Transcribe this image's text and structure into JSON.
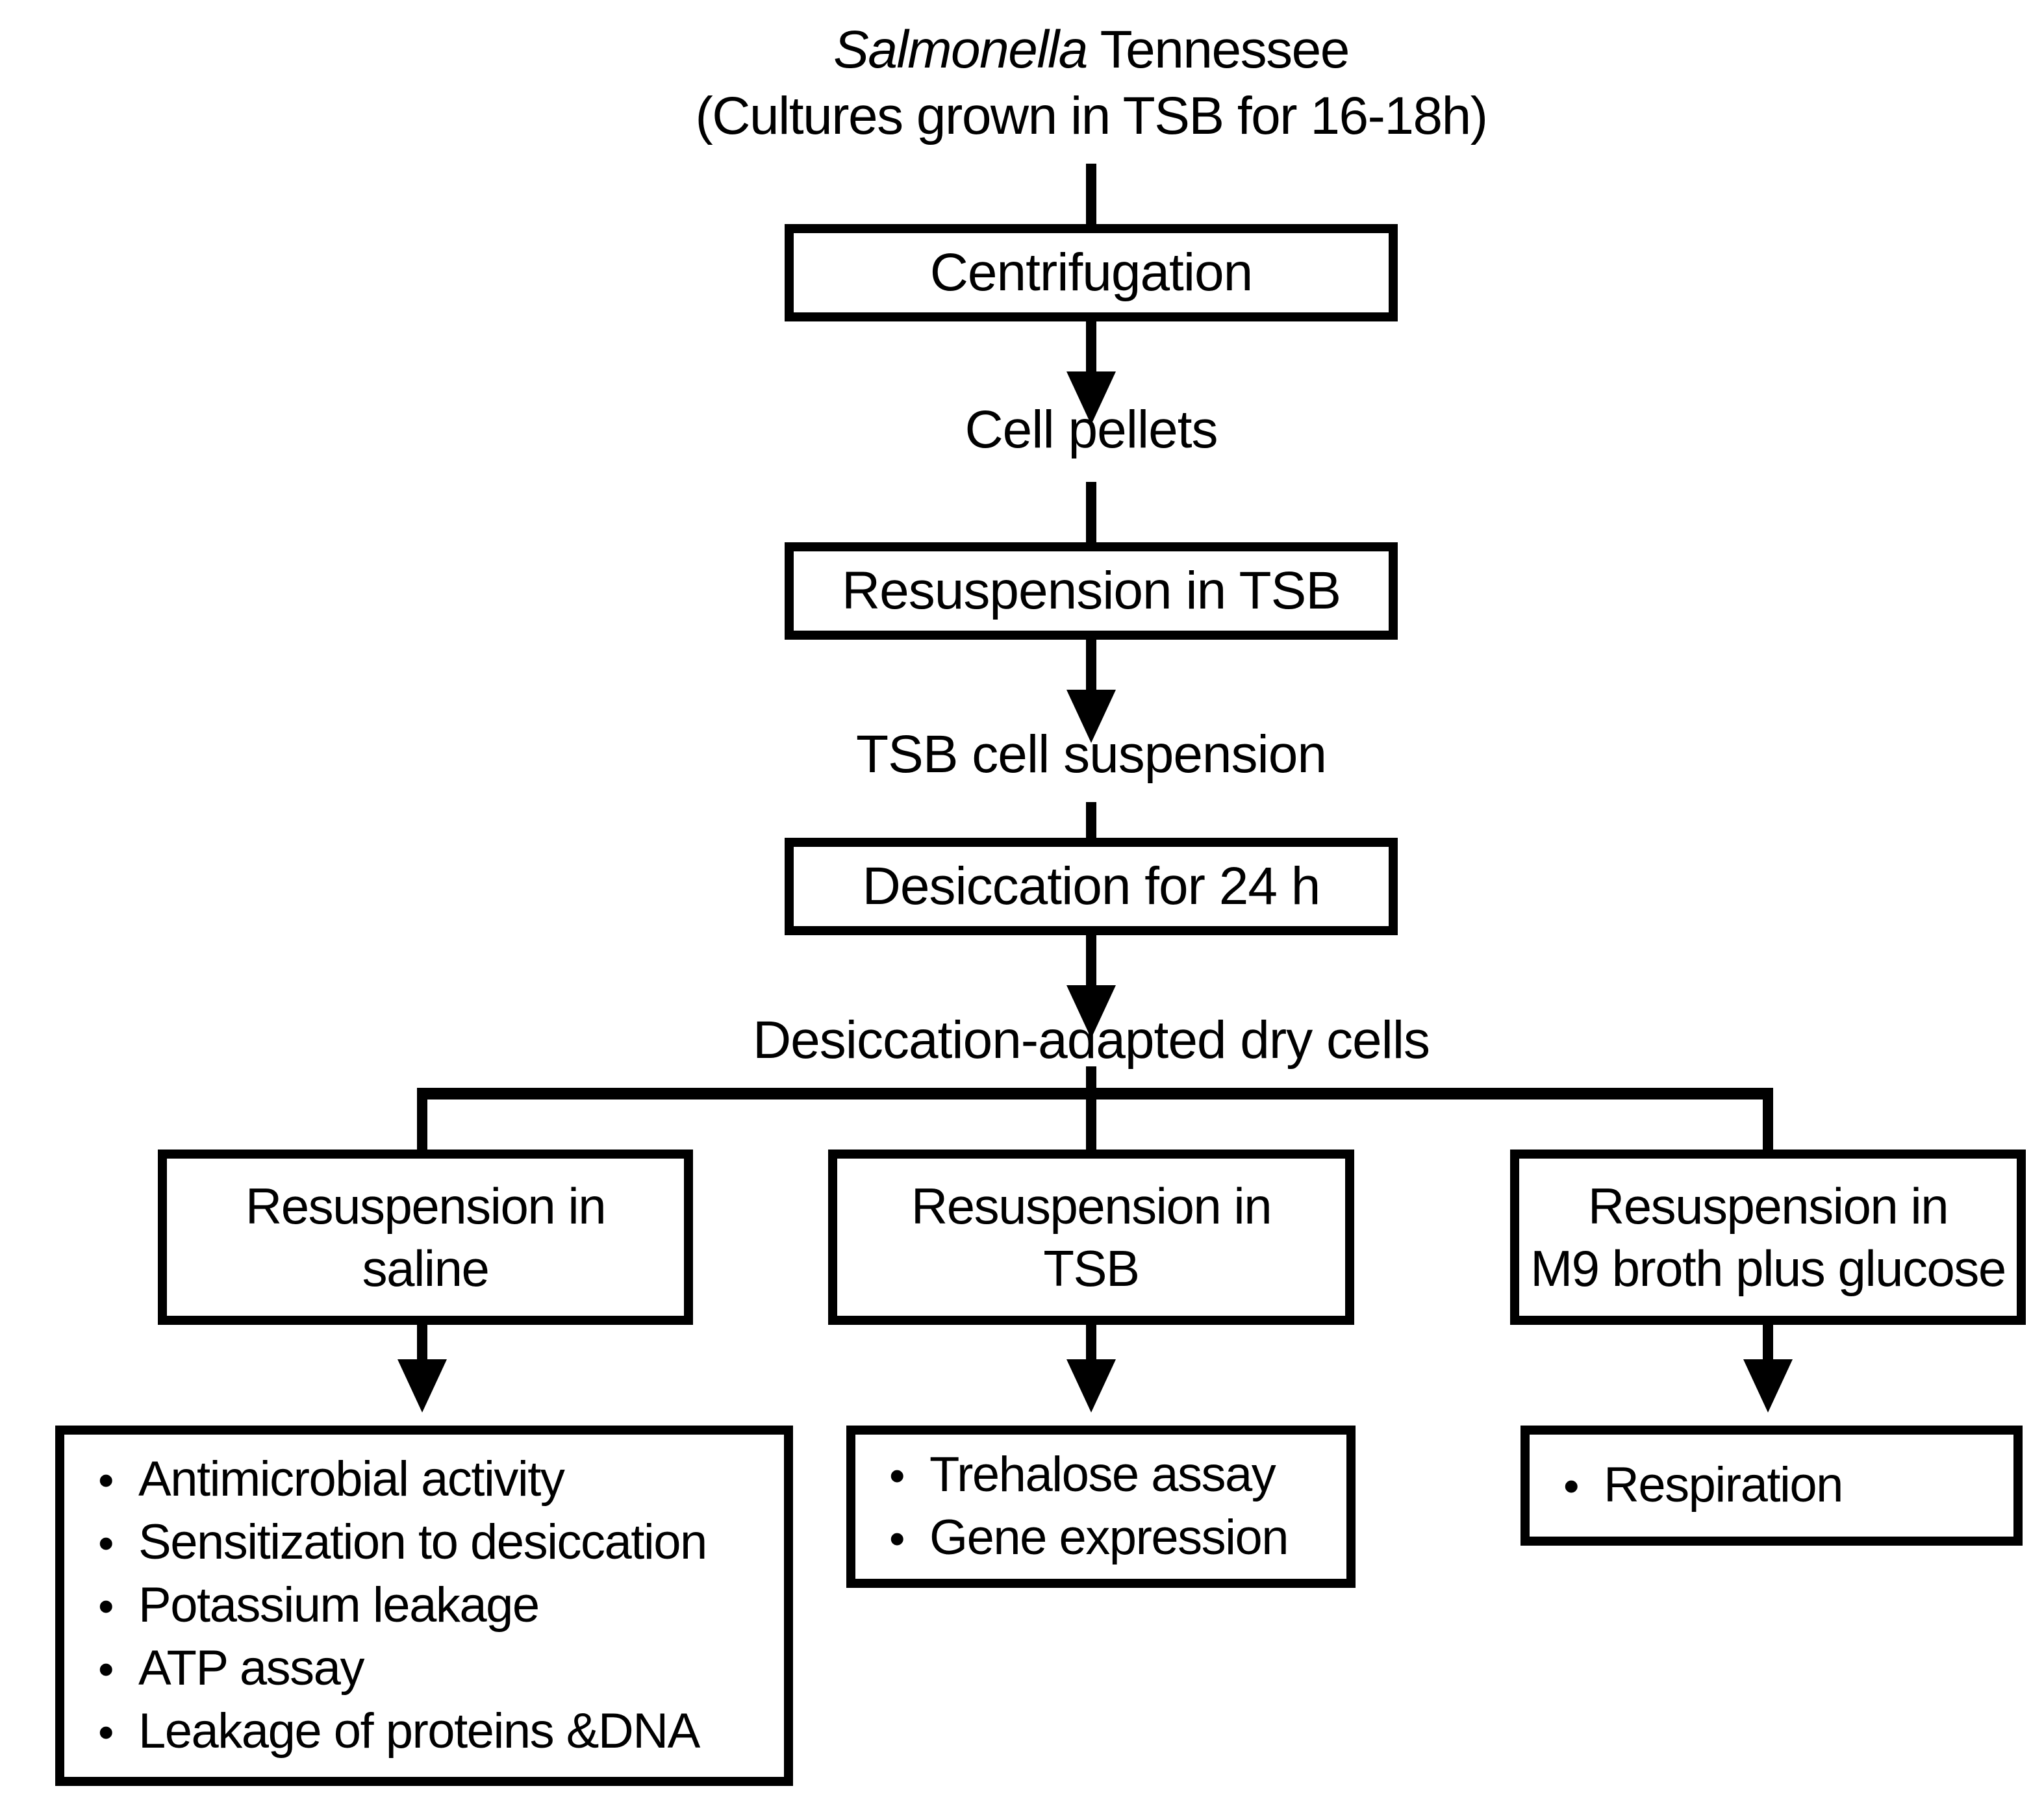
{
  "title": {
    "genus": "Salmonella",
    "rest": " Tennessee",
    "subtitle": "(Cultures grown in TSB for 16-18h)"
  },
  "main_column": {
    "steps": [
      {
        "kind": "process",
        "label": "Centrifugation"
      },
      {
        "kind": "state",
        "label": "Cell pellets"
      },
      {
        "kind": "process",
        "label": "Resuspension in TSB"
      },
      {
        "kind": "state",
        "label": "TSB cell suspension"
      },
      {
        "kind": "process",
        "label": "Desiccation for 24 h"
      },
      {
        "kind": "state",
        "label": "Desiccation-adapted dry cells"
      }
    ]
  },
  "branches": [
    {
      "label_line1": "Resuspension in",
      "label_line2": "saline",
      "outcomes": [
        "Antimicrobial activity",
        "Sensitization to desiccation",
        "Potassium leakage",
        "ATP assay",
        "Leakage of proteins &DNA"
      ]
    },
    {
      "label_line1": "Resuspension in",
      "label_line2": "TSB",
      "outcomes": [
        "Trehalose assay",
        "Gene expression"
      ]
    },
    {
      "label_line1": "Resuspension in",
      "label_line2": "M9 broth plus glucose",
      "outcomes": [
        "Respiration"
      ]
    }
  ],
  "colors": {
    "ink": "#000000",
    "background": "#ffffff"
  }
}
